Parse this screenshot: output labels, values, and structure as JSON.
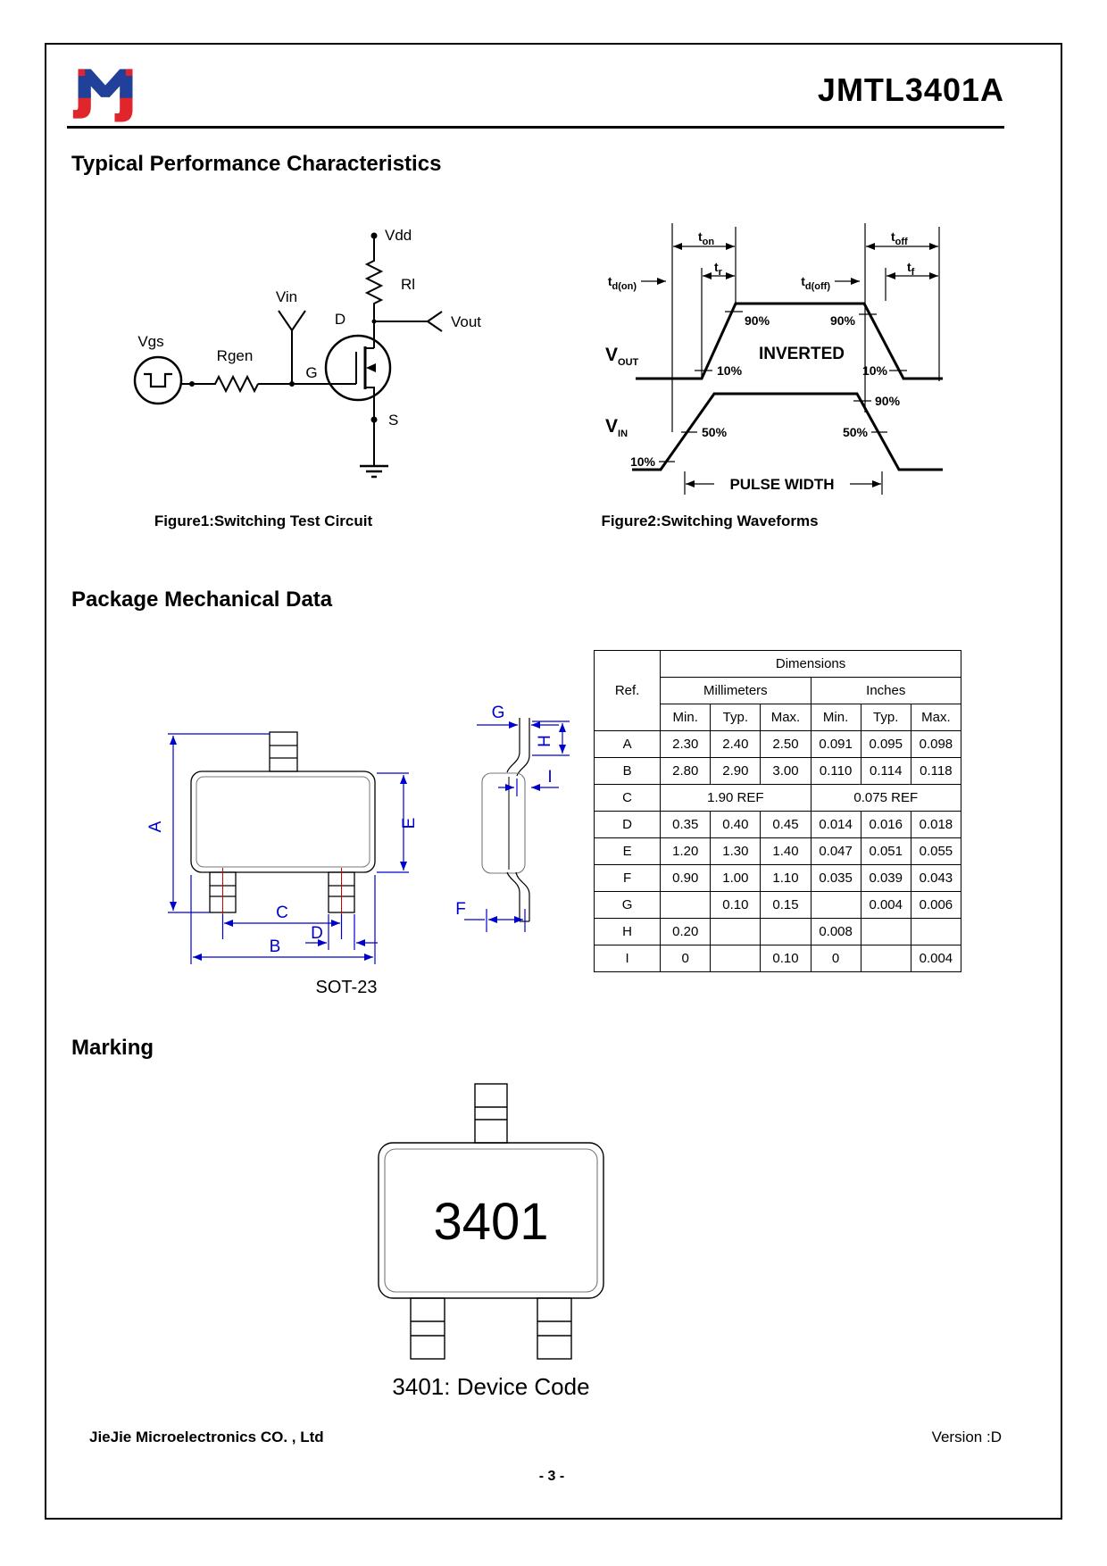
{
  "header": {
    "title": "JMTL3401A",
    "logo": "jiejie-logo"
  },
  "sections": {
    "performance_title": "Typical Performance Characteristics",
    "package_title": "Package Mechanical Data",
    "marking_title": "Marking"
  },
  "figure1": {
    "caption": "Figure1:Switching Test Circuit",
    "labels": {
      "vgs": "Vgs",
      "rgen": "Rgen",
      "vin": "Vin",
      "g": "G",
      "d": "D",
      "s": "S",
      "vdd": "Vdd",
      "rl": "Rl",
      "vout": "Vout"
    }
  },
  "figure2": {
    "caption": "Figure2:Switching Waveforms",
    "labels": {
      "t": "t",
      "v": "V",
      "sub_d_on": "d(on)",
      "sub_on": "on",
      "sub_r": "r",
      "sub_d_off": "d(off)",
      "sub_off": "off",
      "sub_f": "f",
      "sub_out": "OUT",
      "sub_in": "IN",
      "inverted": "INVERTED",
      "pulse_width": "PULSE WIDTH",
      "p90": "90%",
      "p50": "50%",
      "p10": "10%"
    }
  },
  "package_drawing": {
    "caption": "SOT-23",
    "dims": {
      "A": "A",
      "B": "B",
      "C": "C",
      "D": "D",
      "E": "E",
      "F": "F",
      "G": "G",
      "H": "H",
      "I": "I"
    }
  },
  "dimensions_table": {
    "ref_header": "Ref.",
    "dimensions_header": "Dimensions",
    "mm_header": "Millimeters",
    "in_header": "Inches",
    "col_headers": [
      "Min.",
      "Typ.",
      "Max.",
      "Min.",
      "Typ.",
      "Max."
    ],
    "rows": [
      {
        "ref": "A",
        "mm": [
          "2.30",
          "2.40",
          "2.50"
        ],
        "in": [
          "0.091",
          "0.095",
          "0.098"
        ]
      },
      {
        "ref": "B",
        "mm": [
          "2.80",
          "2.90",
          "3.00"
        ],
        "in": [
          "0.110",
          "0.114",
          "0.118"
        ]
      },
      {
        "ref": "C",
        "mm_ref": "1.90 REF",
        "in_ref": "0.075 REF"
      },
      {
        "ref": "D",
        "mm": [
          "0.35",
          "0.40",
          "0.45"
        ],
        "in": [
          "0.014",
          "0.016",
          "0.018"
        ]
      },
      {
        "ref": "E",
        "mm": [
          "1.20",
          "1.30",
          "1.40"
        ],
        "in": [
          "0.047",
          "0.051",
          "0.055"
        ]
      },
      {
        "ref": "F",
        "mm": [
          "0.90",
          "1.00",
          "1.10"
        ],
        "in": [
          "0.035",
          "0.039",
          "0.043"
        ]
      },
      {
        "ref": "G",
        "mm": [
          "",
          "0.10",
          "0.15"
        ],
        "in": [
          "",
          "0.004",
          "0.006"
        ]
      },
      {
        "ref": "H",
        "mm": [
          "0.20",
          "",
          ""
        ],
        "in": [
          "0.008",
          "",
          ""
        ]
      },
      {
        "ref": "I",
        "mm": [
          "0",
          "",
          "0.10"
        ],
        "in": [
          "0",
          "",
          "0.004"
        ]
      }
    ]
  },
  "marking": {
    "device_code": "3401",
    "caption": "3401: Device Code"
  },
  "footer": {
    "company": "JieJie Microelectronics CO. , Ltd",
    "version": "Version :D",
    "page": "- 3 -"
  },
  "colors": {
    "dimension_blue": "#0000cc",
    "centerline_red": "#cc0000",
    "logo_red": "#e0252c",
    "logo_blue": "#20409a",
    "waveform_black": "#000000"
  }
}
